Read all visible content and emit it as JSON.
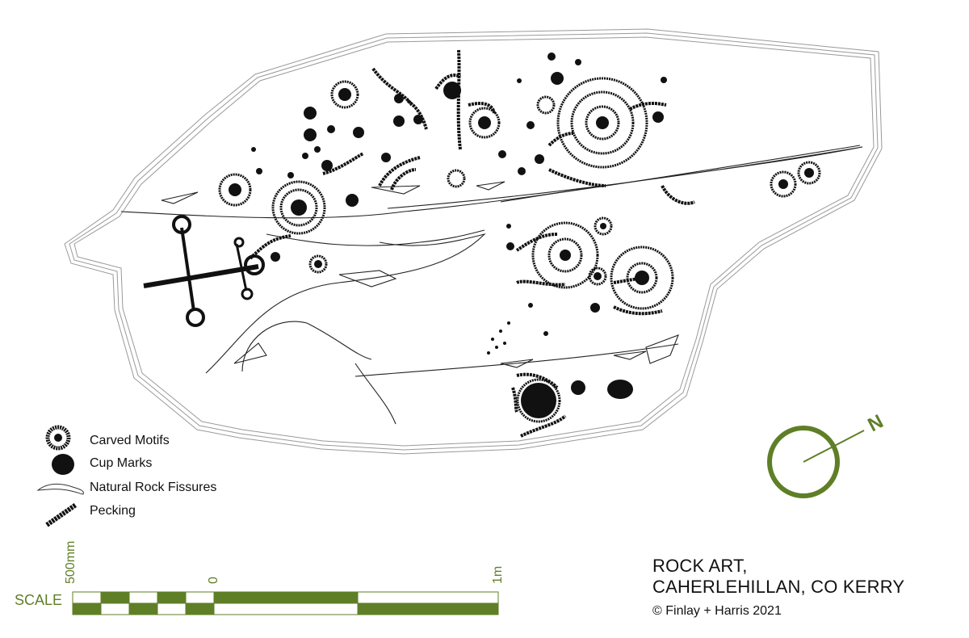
{
  "legend": {
    "items": [
      {
        "label": "Carved Motifs",
        "icon": "carved-motif-icon"
      },
      {
        "label": "Cup Marks",
        "icon": "cup-mark-icon"
      },
      {
        "label": "Natural Rock Fissures",
        "icon": "rock-fissure-icon"
      },
      {
        "label": "Pecking",
        "icon": "pecking-icon"
      }
    ]
  },
  "scale": {
    "label": "SCALE",
    "ticks": [
      "500mm",
      "0",
      "1m"
    ],
    "color": "#5f7f27"
  },
  "compass": {
    "label": "N",
    "color": "#5f7f27"
  },
  "title": {
    "line1": "ROCK ART,",
    "line2": "CAHERLEHILLAN, CO KERRY",
    "copyright": "© Finlay + Harris 2021"
  }
}
